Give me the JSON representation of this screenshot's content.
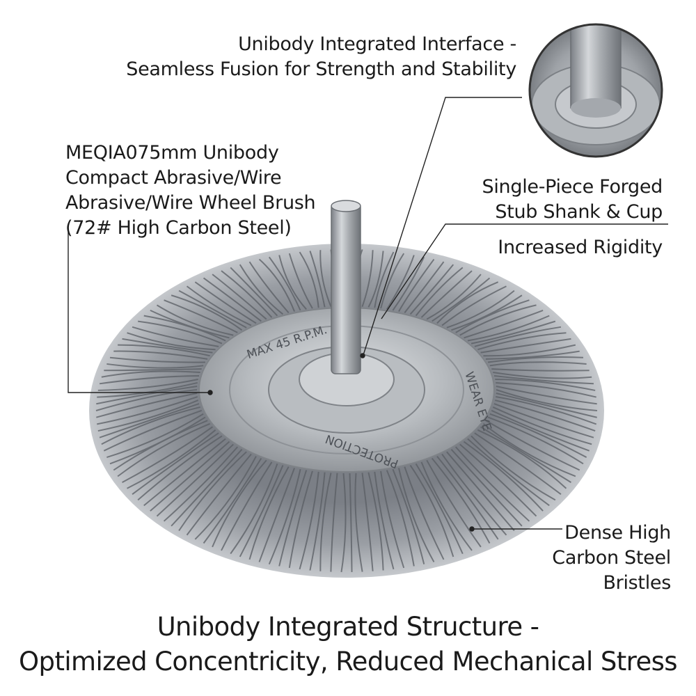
{
  "callouts": {
    "interface": {
      "line1": "Unibody Integrated Interface -",
      "line2": "Seamless Fusion for Strength and Stability"
    },
    "product": {
      "line1": "MEQIA075mm Unibody",
      "line2": "Compact Abrasive/Wire",
      "line3": "Abrasive/Wire Wheel Brush",
      "line4": "(72# High Carbon Steel)"
    },
    "shank": {
      "line1": "Single-Piece Forged",
      "line2": "Stub Shank & Cup"
    },
    "rigidity": {
      "line1": "Increased Rigidity"
    },
    "bristles": {
      "line1": "Dense High",
      "line2": "Carbon Steel",
      "line3": "Bristles"
    }
  },
  "hub_markings": {
    "top": "MAX 45   R.P.M.",
    "right": "WEAR EYE",
    "bottom": "PROTECTION"
  },
  "heading": {
    "line1": "Unibody Integrated Structure -",
    "line2": "Optimized Concentricity, Reduced Mechanical Stress"
  },
  "colors": {
    "background": "#ffffff",
    "text": "#1a1a1a",
    "steel": "#a9adb2",
    "wire": "#6d7178",
    "leader_line": "#222222"
  }
}
